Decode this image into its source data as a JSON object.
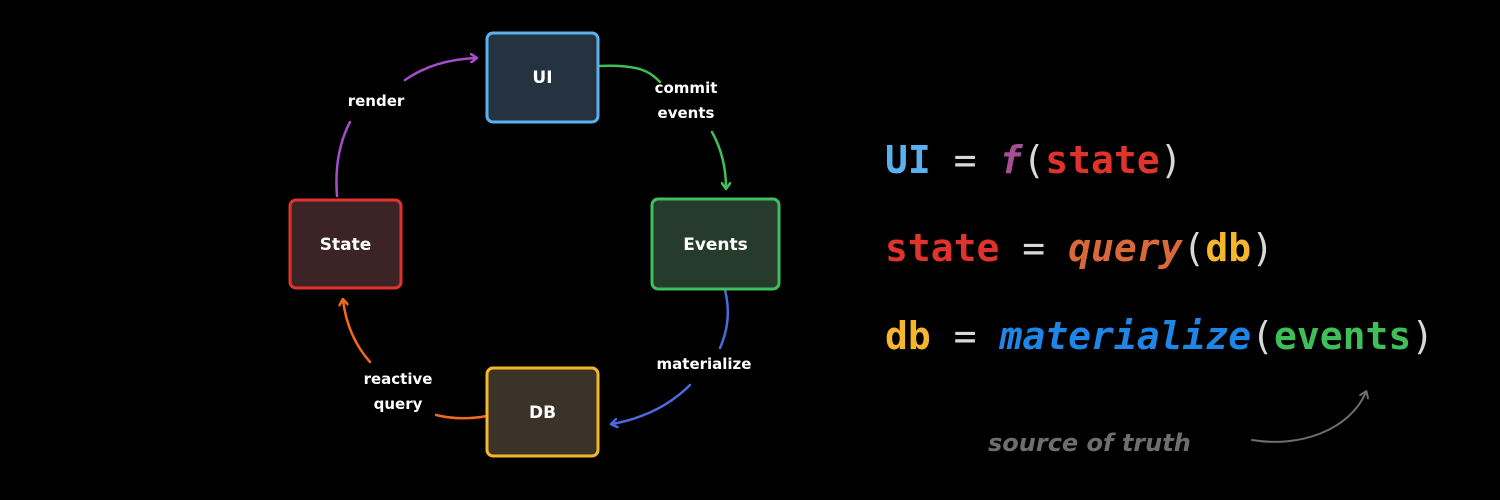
{
  "colors": {
    "background": "#000000",
    "ui": "#5ab1f0",
    "events": "#3fbf5a",
    "db": "#f4b62a",
    "state": "#e0332c",
    "render": "#a64dc9",
    "query_fn": "#d9683a",
    "materialize_fn": "#1f86e8",
    "f_fn": "#a64d95",
    "annotation": "#6e6e6e"
  },
  "nodes": {
    "ui": "UI",
    "events": "Events",
    "db": "DB",
    "state": "State"
  },
  "edges": {
    "commit_line1": "commit",
    "commit_line2": "events",
    "materialize": "materialize",
    "reactive_line1": "reactive",
    "reactive_line2": "query",
    "render": "render"
  },
  "formulas": {
    "line1": {
      "lhs": "UI",
      "eq": "=",
      "fn": "f",
      "open": "(",
      "arg": "state",
      "close": ")"
    },
    "line2": {
      "lhs": "state",
      "eq": "=",
      "fn": "query",
      "open": "(",
      "arg": "db",
      "close": ")"
    },
    "line3": {
      "lhs": "db",
      "eq": "=",
      "fn": "materialize",
      "open": "(",
      "arg": "events",
      "close": ")"
    }
  },
  "annotation": "source of truth"
}
